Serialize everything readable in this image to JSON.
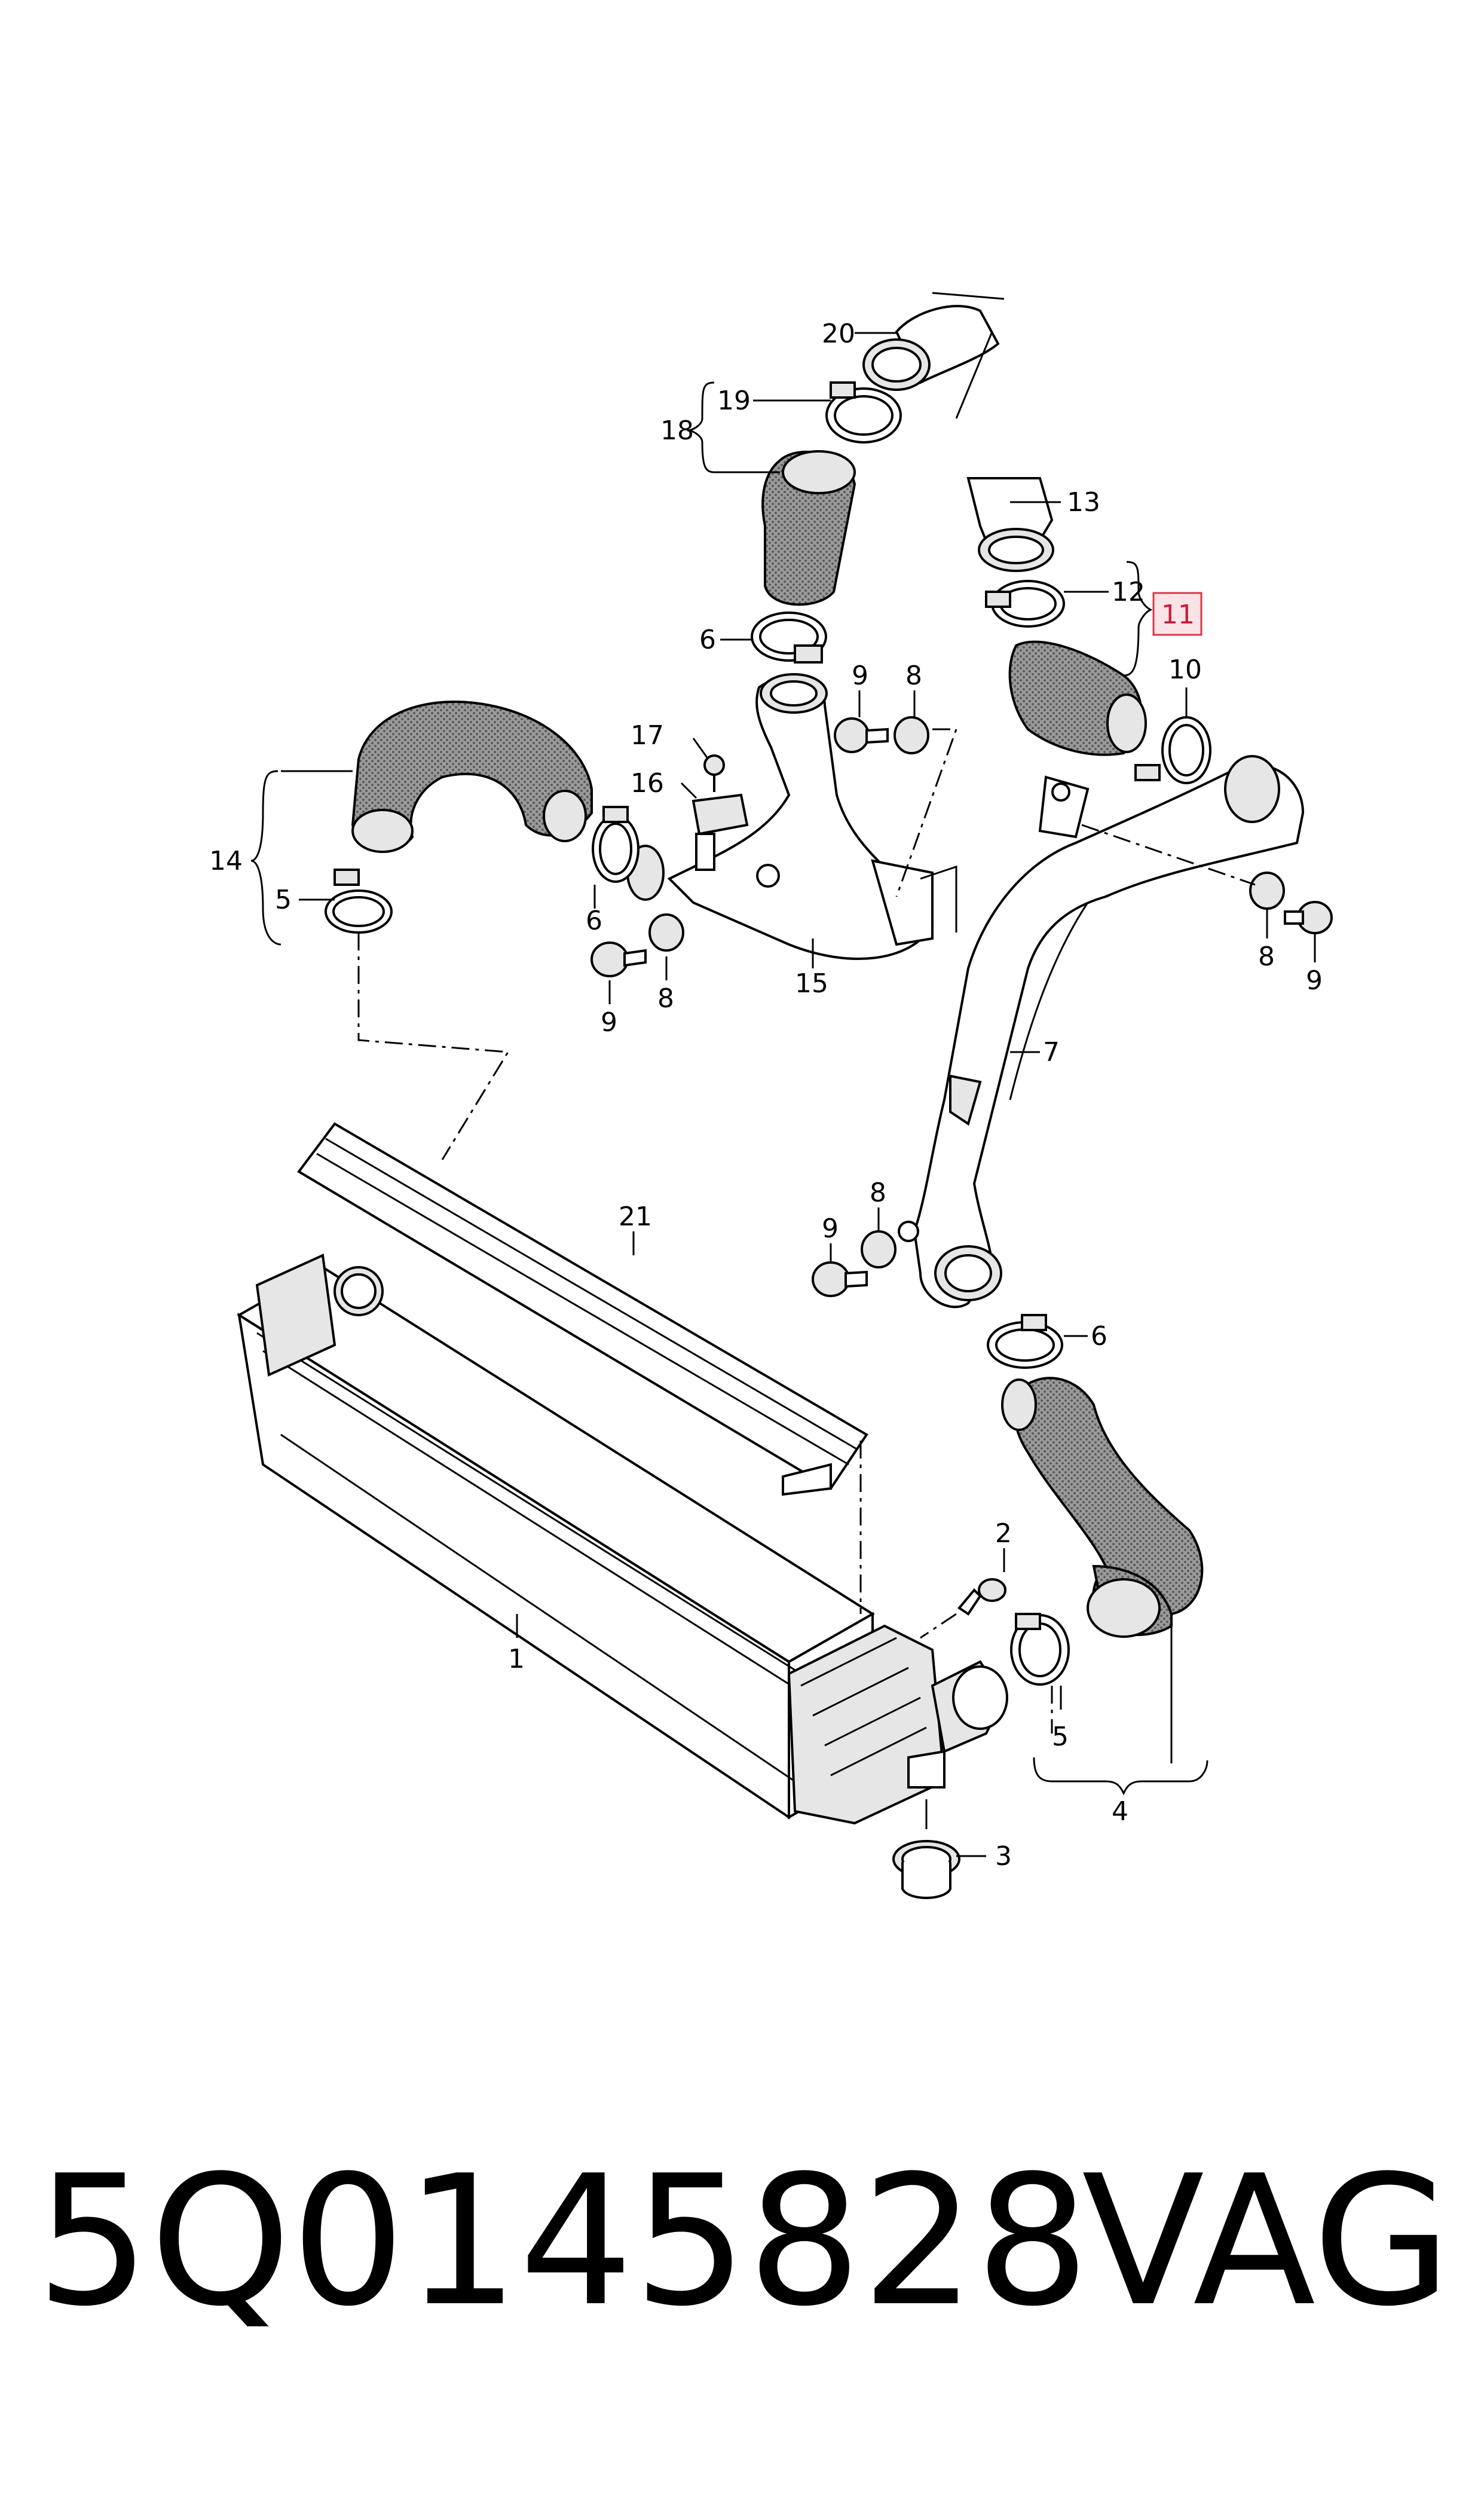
{
  "callouts": {
    "c1": "1",
    "c2": "2",
    "c3": "3",
    "c4": "4",
    "c5a": "5",
    "c5b": "5",
    "c6a": "6",
    "c6b": "6",
    "c6c": "6",
    "c7": "7",
    "c8a": "8",
    "c8b": "8",
    "c8c": "8",
    "c8d": "8",
    "c9a": "9",
    "c9b": "9",
    "c9c": "9",
    "c9d": "9",
    "c10": "10",
    "c11": "11",
    "c12": "12",
    "c13": "13",
    "c14": "14",
    "c15": "15",
    "c16": "16",
    "c17": "17",
    "c18": "18",
    "c19": "19",
    "c20": "20",
    "c21": "21"
  },
  "highlighted_callout": "11",
  "footer": {
    "part_number": "5Q0145828",
    "brand": "VAG"
  },
  "colors": {
    "highlight_border": "#d9364c",
    "highlight_fill": "#fbe3e6",
    "highlight_text": "#c41e3a"
  }
}
